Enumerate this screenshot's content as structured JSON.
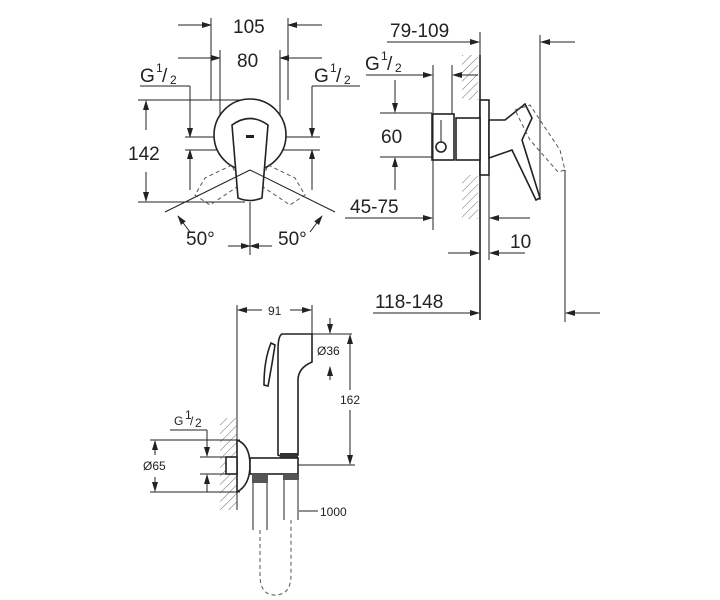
{
  "front_view": {
    "width_outer": "105",
    "width_inner": "80",
    "thread_left": {
      "base": "G",
      "sup": "1",
      "sub": "2"
    },
    "thread_right": {
      "base": "G",
      "sup": "1",
      "sub": "2"
    },
    "height": "142",
    "angle_left": "50°",
    "angle_right": "50°"
  },
  "side_view": {
    "depth_range": "79-109",
    "thread": {
      "base": "G",
      "sup": "1",
      "sub": "2"
    },
    "spacing": "60",
    "install_depth": "45-75",
    "plate": "10",
    "total_depth": "118-148"
  },
  "hand_shower": {
    "projection": "91",
    "head_diameter": "Ø36",
    "height": "162",
    "thread": {
      "base": "G",
      "sup": "1",
      "sub": "2"
    },
    "rosette_diameter": "Ø65",
    "hose_length": "1000"
  }
}
